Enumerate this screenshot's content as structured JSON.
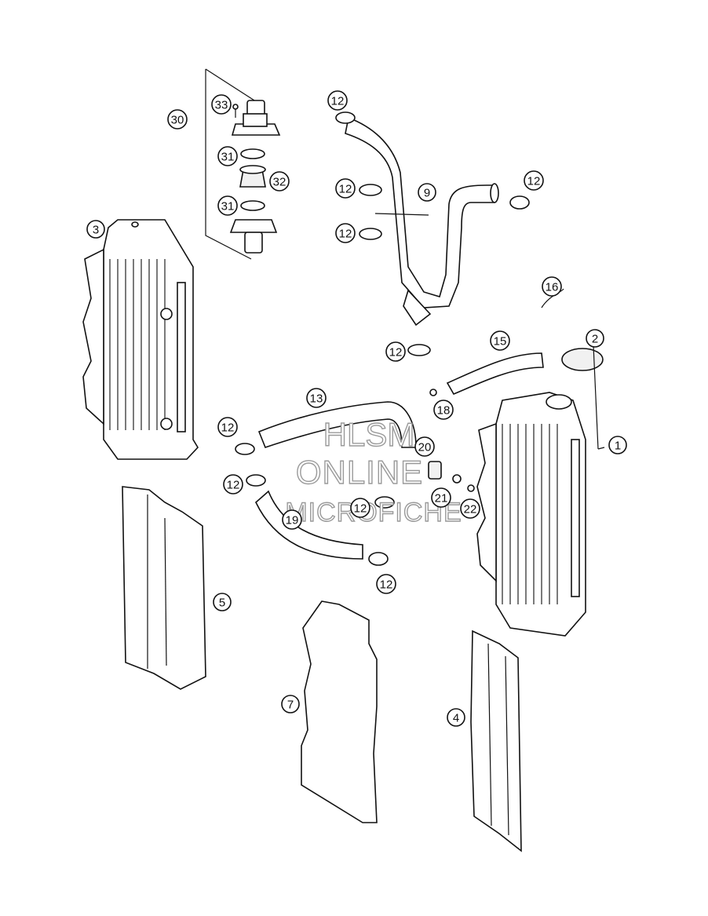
{
  "watermark": {
    "line1": "HLSM",
    "line2": "ONLINE",
    "line3": "MICROFICHE"
  },
  "callouts": [
    {
      "key": "c30",
      "label": "30"
    },
    {
      "key": "c33",
      "label": "33"
    },
    {
      "key": "c31a",
      "label": "31"
    },
    {
      "key": "c32",
      "label": "32"
    },
    {
      "key": "c31b",
      "label": "31"
    },
    {
      "key": "c12a",
      "label": "12"
    },
    {
      "key": "c12b",
      "label": "12"
    },
    {
      "key": "c12c",
      "label": "12"
    },
    {
      "key": "c12d",
      "label": "12"
    },
    {
      "key": "c12e",
      "label": "12"
    },
    {
      "key": "c9",
      "label": "9"
    },
    {
      "key": "c3",
      "label": "3"
    },
    {
      "key": "c16",
      "label": "16"
    },
    {
      "key": "c2",
      "label": "2"
    },
    {
      "key": "c15",
      "label": "15"
    },
    {
      "key": "c13",
      "label": "13"
    },
    {
      "key": "c18",
      "label": "18"
    },
    {
      "key": "c1",
      "label": "1"
    },
    {
      "key": "c12f",
      "label": "12"
    },
    {
      "key": "c20",
      "label": "20"
    },
    {
      "key": "c12g",
      "label": "12"
    },
    {
      "key": "c21",
      "label": "21"
    },
    {
      "key": "c22",
      "label": "22"
    },
    {
      "key": "c12h",
      "label": "12"
    },
    {
      "key": "c19",
      "label": "19"
    },
    {
      "key": "c12i",
      "label": "12"
    },
    {
      "key": "c5",
      "label": "5"
    },
    {
      "key": "c7",
      "label": "7"
    },
    {
      "key": "c4",
      "label": "4"
    }
  ]
}
